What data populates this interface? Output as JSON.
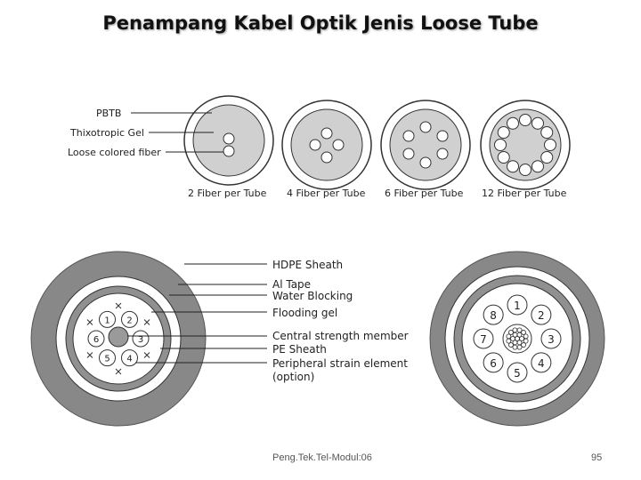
{
  "title": "Penampang Kabel Optik Jenis Loose Tube",
  "tube_labels": {
    "pbtb": "PBTB",
    "gel": "Thixotropic Gel",
    "fiber": "Loose colored fiber"
  },
  "tube_captions": [
    "2 Fiber per Tube",
    "4 Fiber per Tube",
    "6 Fiber per Tube",
    "12 Fiber per Tube"
  ],
  "cable_labels": {
    "hdpe": "HDPE  Sheath",
    "al": "Al Tape",
    "water": "Water Blocking",
    "flood": "Flooding gel",
    "csm": "Central strength member",
    "pe": "PE Sheath",
    "peripheral_1": "Peripheral strain element",
    "peripheral_2": "(option)"
  },
  "cable_left_tubes": [
    "1",
    "2",
    "3",
    "4",
    "5",
    "6"
  ],
  "cable_right_tubes": [
    "1",
    "2",
    "3",
    "4",
    "5",
    "6",
    "7",
    "8"
  ],
  "footer": {
    "source": "Peng.Tek.Tel-Modul:06",
    "page": "95"
  }
}
